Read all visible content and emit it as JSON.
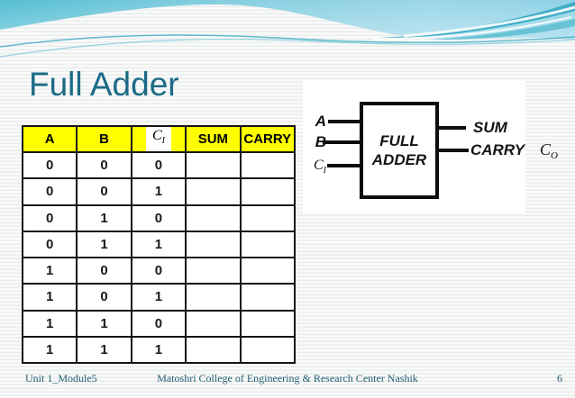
{
  "slide": {
    "title": "Full Adder",
    "footer": {
      "left": "Unit 1_Module5",
      "center": "Matoshri College of Engineering & Research Center Nashik",
      "page_number": "6"
    }
  },
  "truth_table": {
    "headers": [
      "A",
      "B",
      {
        "base": "C",
        "sub": "I"
      },
      "SUM",
      "CARRY"
    ],
    "rows": [
      [
        "0",
        "0",
        "0",
        "",
        ""
      ],
      [
        "0",
        "0",
        "1",
        "",
        ""
      ],
      [
        "0",
        "1",
        "0",
        "",
        ""
      ],
      [
        "0",
        "1",
        "1",
        "",
        ""
      ],
      [
        "1",
        "0",
        "0",
        "",
        ""
      ],
      [
        "1",
        "0",
        "1",
        "",
        ""
      ],
      [
        "1",
        "1",
        "0",
        "",
        ""
      ],
      [
        "1",
        "1",
        "1",
        "",
        ""
      ]
    ]
  },
  "diagram": {
    "block_line1": "FULL",
    "block_line2": "ADDER",
    "input_a": "A",
    "input_b": "B",
    "input_ci": {
      "base": "C",
      "sub": "I"
    },
    "output_sum": "SUM",
    "output_carry": "CARRY",
    "carry_out": {
      "base": "C",
      "sub": "O"
    }
  },
  "colors": {
    "header_yellow": "#ffff00",
    "title_teal": "#1c6a86",
    "footer_teal": "#235e72",
    "banner_cyan": "#5bc0d4",
    "banner_swoosh": "#2ea6bf",
    "line_black": "#0d0d0d"
  }
}
